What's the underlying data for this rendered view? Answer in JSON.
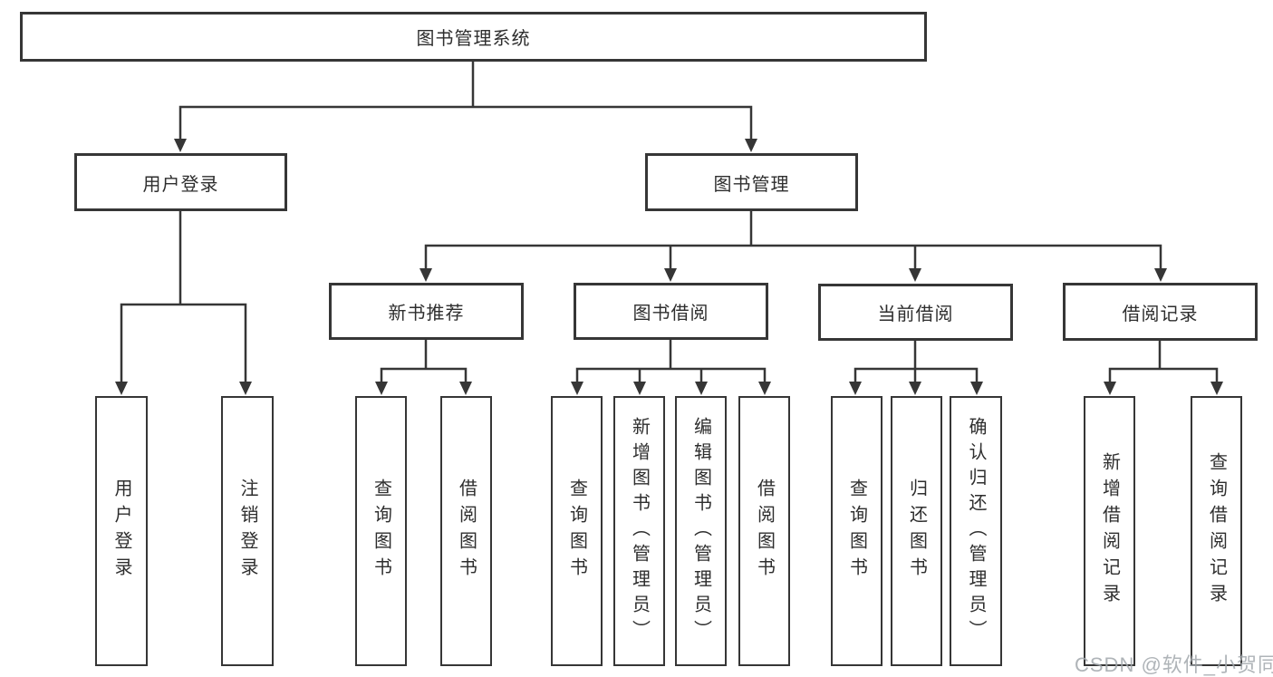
{
  "diagram": {
    "root": {
      "label": "图书管理系统"
    },
    "branches": [
      {
        "label": "用户登录"
      },
      {
        "label": "图书管理"
      }
    ],
    "modules": [
      {
        "label": "新书推荐",
        "parent": "图书管理"
      },
      {
        "label": "图书借阅",
        "parent": "图书管理"
      },
      {
        "label": "当前借阅",
        "parent": "图书管理"
      },
      {
        "label": "借阅记录",
        "parent": "图书管理"
      }
    ],
    "leaves": [
      {
        "label": "用户登录",
        "parent": "用户登录"
      },
      {
        "label": "注销登录",
        "parent": "用户登录"
      },
      {
        "label": "查询图书",
        "parent": "新书推荐"
      },
      {
        "label": "借阅图书",
        "parent": "新书推荐"
      },
      {
        "label": "查询图书",
        "parent": "图书借阅"
      },
      {
        "label": "新增图书（管理员）",
        "parent": "图书借阅"
      },
      {
        "label": "编辑图书（管理员）",
        "parent": "图书借阅"
      },
      {
        "label": "借阅图书",
        "parent": "图书借阅"
      },
      {
        "label": "查询图书",
        "parent": "当前借阅"
      },
      {
        "label": "归还图书",
        "parent": "当前借阅"
      },
      {
        "label": "确认归还（管理员）",
        "parent": "当前借阅"
      },
      {
        "label": "新增借阅记录",
        "parent": "借阅记录"
      },
      {
        "label": "查询借阅记录",
        "parent": "借阅记录"
      }
    ]
  },
  "watermark": {
    "text": "CSDN @软件_小贺同学"
  },
  "colors": {
    "line": "#363636",
    "text": "#2e2e2e",
    "background": "#ffffff",
    "watermark": "#a2a7ac"
  }
}
